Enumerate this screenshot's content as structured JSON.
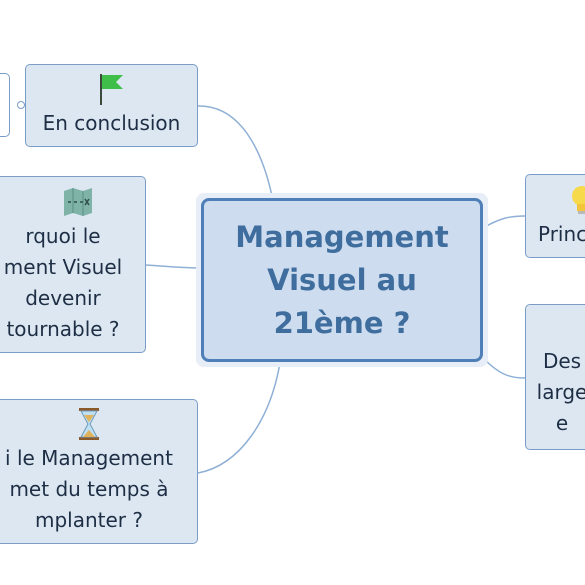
{
  "central": {
    "label": "Management\nVisuel au\n21ème ?"
  },
  "nodes": {
    "conclusion": {
      "label": "En conclusion",
      "icon": "green-flag-icon"
    },
    "why": {
      "label": "rquoi le\nment Visuel\ndevenir\ntournable ?",
      "icon": "map-icon"
    },
    "time": {
      "label": "i le Management\nmet du temps à\nmplanter ?",
      "icon": "hourglass-icon"
    },
    "principles": {
      "label": "Princ",
      "icon": "lightbulb-icon"
    },
    "des": {
      "label": "Des\nlarge\ne",
      "icon": ""
    }
  },
  "colors": {
    "node_fill": "#dde7f2",
    "node_border": "#7a9dc7",
    "central_fill": "#cddcee",
    "central_border": "#4f7fb8",
    "central_text": "#3f6d9e",
    "connector": "#8fb0d6"
  }
}
